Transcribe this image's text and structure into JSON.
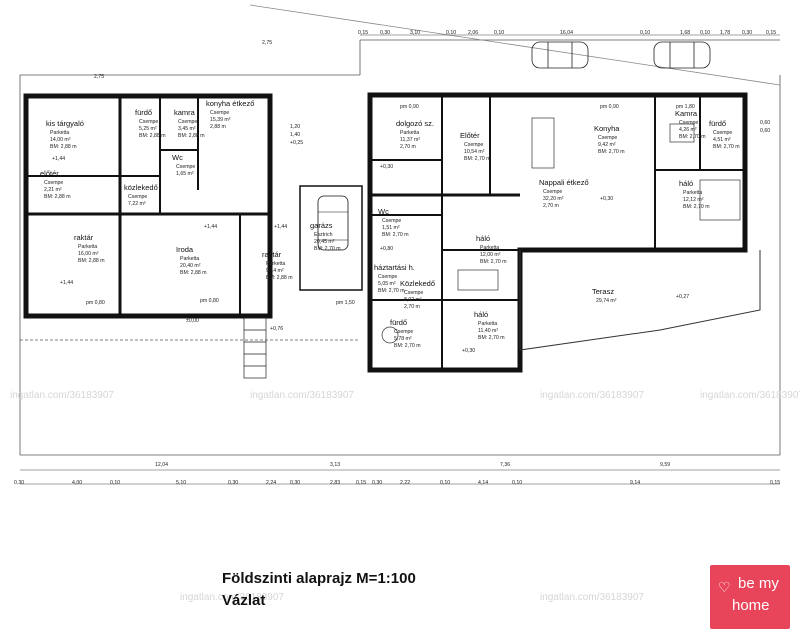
{
  "title": "Földszinti alaprajz M=1:100",
  "subtitle": "Vázlat",
  "watermark": "ingatlan.com/36183907",
  "logo": {
    "line1": "be my",
    "line2": "home",
    "color": "#e8445a"
  },
  "rooms": [
    {
      "name": "kis tárgyaló",
      "floor": "Parketta",
      "area": "14,00 m²",
      "height": "BM: 2,88 m"
    },
    {
      "name": "fürdő",
      "floor": "Csempe",
      "area": "5,25 m²",
      "height": "BM: 2,88 m"
    },
    {
      "name": "kamra",
      "floor": "Csempe",
      "area": "3,45 m²",
      "height": "BM: 2,88 m"
    },
    {
      "name": "konyha étkező",
      "floor": "Csempe",
      "area": "15,39 m²",
      "height": "2,88 m"
    },
    {
      "name": "előtér",
      "floor": "Csempe",
      "area": "2,21 m²",
      "height": "BM: 2,88 m"
    },
    {
      "name": "közlekedő",
      "floor": "Csempe",
      "area": "7,22 m²",
      "height": ""
    },
    {
      "name": "Wc",
      "floor": "Csempe",
      "area": "1,65 m²",
      "height": ""
    },
    {
      "name": "raktár",
      "floor": "Parketta",
      "area": "16,00 m²",
      "height": "BM: 2,88 m"
    },
    {
      "name": "Iroda",
      "floor": "Parketta",
      "area": "20,40 m²",
      "height": "BM: 2,88 m"
    },
    {
      "name": "raktár",
      "floor": "Parketta",
      "area": "9,14 m²",
      "height": "BM: 2,88 m"
    },
    {
      "name": "garázs",
      "floor": "Esztrich",
      "area": "20,45 m²",
      "height": "BM: 2,70 m"
    },
    {
      "name": "dolgozó sz.",
      "floor": "Parketta",
      "area": "11,37 m²",
      "height": "2,70 m"
    },
    {
      "name": "Előtér",
      "floor": "Csempe",
      "area": "10,54 m²",
      "height": "BM: 2,70 m"
    },
    {
      "name": "Konyha",
      "floor": "Csempe",
      "area": "9,42 m²",
      "height": "BM: 2,70 m"
    },
    {
      "name": "Kamra",
      "floor": "Csempe",
      "area": "4,26 m²",
      "height": "BM: 2,70 m"
    },
    {
      "name": "fürdő",
      "floor": "Csempe",
      "area": "4,51 m²",
      "height": "BM: 2,70 m"
    },
    {
      "name": "Nappali étkező",
      "floor": "Csempe",
      "area": "32,20 m²",
      "height": "2,70 m"
    },
    {
      "name": "háló",
      "floor": "Parketta",
      "area": "12,12 m²",
      "height": "BM: 2,70 m"
    },
    {
      "name": "Wc",
      "floor": "Csempe",
      "area": "1,51 m²",
      "height": "BM: 2,70 m"
    },
    {
      "name": "háló",
      "floor": "Parketta",
      "area": "12,00 m²",
      "height": "BM: 2,70 m"
    },
    {
      "name": "háztartási h.",
      "floor": "Csempe",
      "area": "5,05 m²",
      "height": "BM: 2,70 m"
    },
    {
      "name": "Közlekedő",
      "floor": "Csempe",
      "area": "8,02 m²",
      "height": "2,70 m"
    },
    {
      "name": "fürdő",
      "floor": "Csempe",
      "area": "5,78 m²",
      "height": "BM: 2,70 m"
    },
    {
      "name": "háló",
      "floor": "Parketta",
      "area": "11,40 m²",
      "height": "BM: 2,70 m"
    },
    {
      "name": "Terasz",
      "floor": "",
      "area": "29,74 m²",
      "height": ""
    }
  ],
  "bottom_dims_row1": [
    "12,04",
    "3,13",
    "7,36",
    "9,59"
  ],
  "bottom_dims_row2": [
    "0,30",
    "4,00",
    "0,10",
    "5,10",
    "0,30",
    "2,24",
    "0,30",
    "2,83",
    "0,15",
    "0,30",
    "2,22",
    "0,10",
    "4,14",
    "0,10",
    "9,14",
    "0,15"
  ],
  "top_dims": [
    "0,15",
    "0,30",
    "3,10",
    "0,10",
    "2,06",
    "0,10",
    "16,04",
    "0,10",
    "1,68",
    "0,10",
    "1,78",
    "0,30",
    "0,15"
  ],
  "misc_labels": [
    "+1,44",
    "+1,44",
    "+1,44",
    "+1,44",
    "±0,00",
    "+0,76",
    "+0,80",
    "+0,30",
    "+0,30",
    "+0,27",
    "+0,30",
    "pm 0,80",
    "pm 0,80",
    "pm 1,50",
    "pm 0,90",
    "pm 0,90",
    "pm 1,80",
    "2,75",
    "2,75",
    "0,60",
    "0,60",
    "1,20",
    "1,40",
    "+0,25"
  ]
}
